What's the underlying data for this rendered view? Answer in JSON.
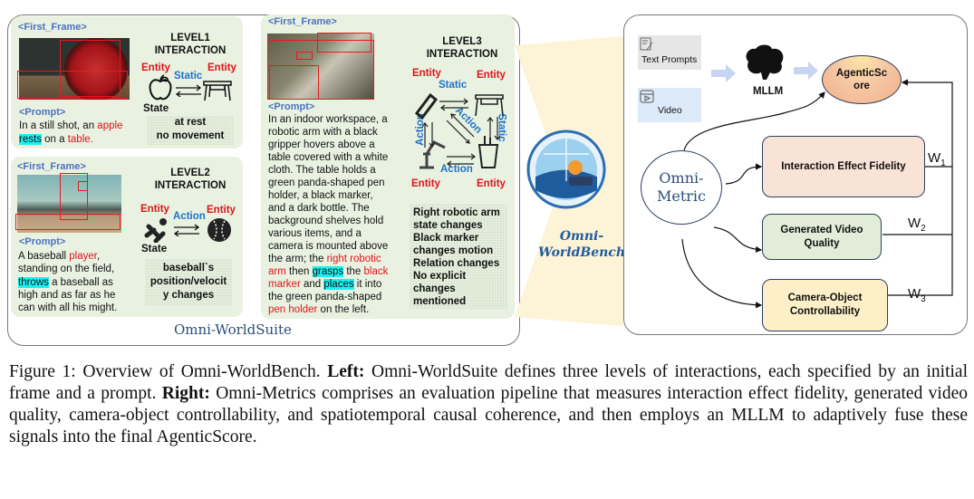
{
  "left": {
    "suite_title": "Omni-WorldSuite",
    "first_frame_label": "<First_Frame>",
    "prompt_label": "<Prompt>",
    "entity_label": "Entity",
    "state_label": "State",
    "level1": {
      "title_line1": "LEVEL1",
      "title_line2": "INTERACTION",
      "relation": "Static",
      "prompt": [
        "In a still shot, an ",
        "apple",
        " ",
        "rests",
        " on a ",
        "table."
      ],
      "state": [
        "at rest",
        "no movement"
      ]
    },
    "level2": {
      "title_line1": "LEVEL2",
      "title_line2": "INTERACTION",
      "relation": "Action",
      "prompt": [
        "A baseball ",
        "player",
        ",",
        "standing on the field,",
        "throws",
        " a baseball as",
        "high and as far as he",
        "can with all his might."
      ],
      "state": [
        "baseball`s",
        "position/velocit",
        "y changes"
      ]
    },
    "level3": {
      "title_line1": "LEVEL3",
      "title_line2": "INTERACTION",
      "rel_static": "Static",
      "rel_action": "Action",
      "prompt_lines": [
        "In an indoor workspace, a",
        "robotic arm with a black",
        "gripper hovers above a",
        "table covered with a white",
        "cloth. The table holds a",
        "green panda-shaped pen",
        "holder, a black marker,",
        "and a dark bottle. The",
        "background shelves hold",
        "various items, and a",
        "camera is mounted above"
      ],
      "prompt_tail": [
        "the arm; the ",
        "right robotic",
        "arm",
        " then ",
        "grasps",
        " the ",
        "black",
        "marker",
        " and ",
        "places",
        " it into",
        "the green panda-shaped",
        "pen holder",
        " on the left."
      ],
      "state": [
        "Right robotic arm",
        "state changes",
        "Black marker",
        "changes motion",
        "Relation changes",
        "No explicit",
        "changes",
        "mentioned"
      ]
    }
  },
  "center": {
    "logo_label_line1": "Omni-",
    "logo_label_line2": "WorldBench"
  },
  "right": {
    "text_prompts": "Text Prompts",
    "video": "Video",
    "mllm": "MLLM",
    "agentic_line1": "AgenticSc",
    "agentic_line2": "ore",
    "omni_line1": "Omni-",
    "omni_line2": "Metric",
    "box1": "Interaction Effect Fidelity",
    "box2_line1": "Generated Video",
    "box2_line2": "Quality",
    "box3_line1": "Camera-Object",
    "box3_line2": "Controllability",
    "w": "W",
    "w1": "1",
    "w2": "2",
    "w3": "3"
  },
  "caption": {
    "fig": "Figure 1: Overview of Omni-WorldBench. ",
    "left_bold": "Left:",
    "left_text": " Omni-WorldSuite defines three levels of interactions, each specified by an initial frame and a prompt. ",
    "right_bold": "Right:",
    "right_text": " Omni-Metrics comprises an evaluation pipeline that measures interaction effect fidelity, generated video quality, camera-object controllability, and spatiotemporal causal coherence, and then employs an MLLM to adaptively fuse these signals into the final AgenticScore."
  }
}
